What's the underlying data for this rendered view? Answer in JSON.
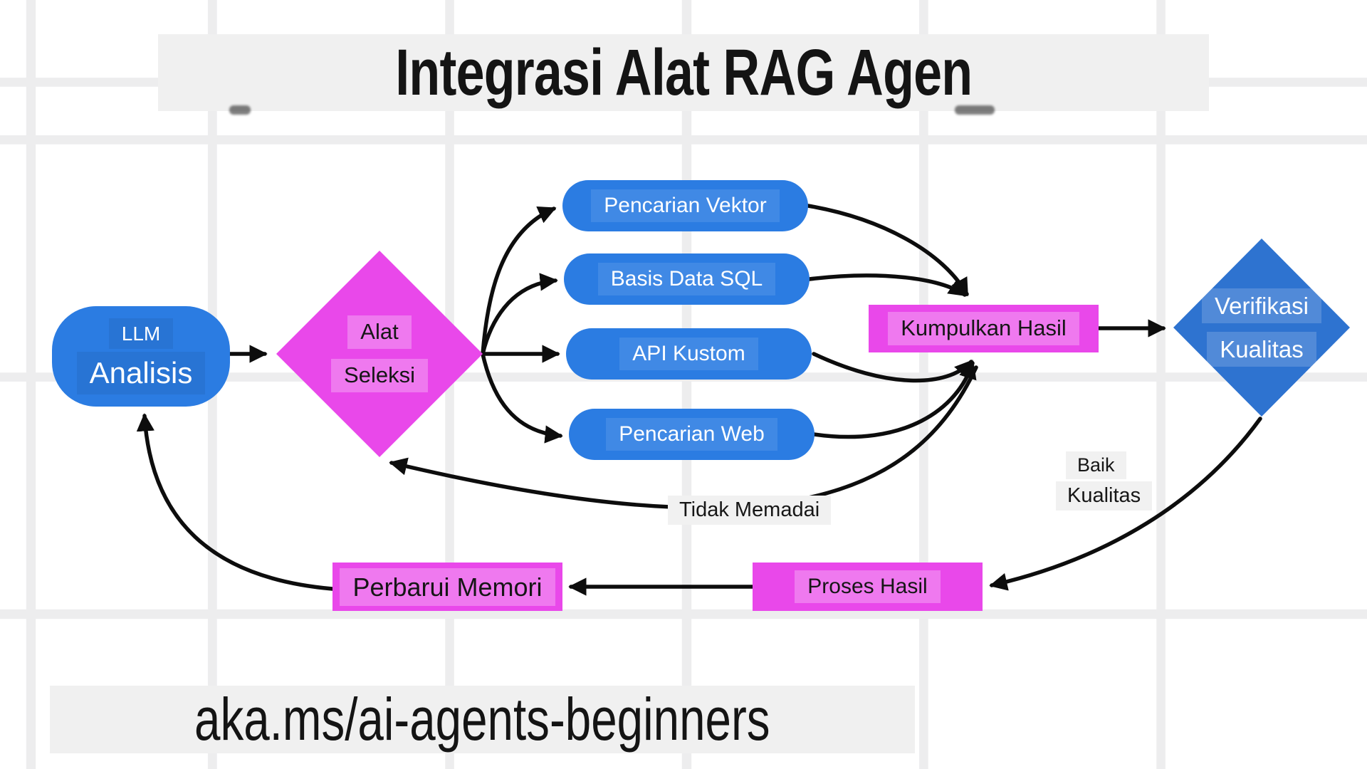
{
  "title": "Integrasi Alat RAG Agen",
  "footer": "aka.ms/ai-agents-beginners",
  "nodes": {
    "llm": {
      "line1": "LLM",
      "line2": "Analisis"
    },
    "tool_selection": {
      "line1": "Alat",
      "line2": "Seleksi"
    },
    "tools": [
      {
        "label": "Pencarian Vektor"
      },
      {
        "label": "Basis Data SQL"
      },
      {
        "label": "API Kustom"
      },
      {
        "label": "Pencarian Web"
      }
    ],
    "collect": {
      "label": "Kumpulkan Hasil"
    },
    "verify": {
      "line1": "Verifikasi",
      "line2": "Kualitas"
    },
    "process": {
      "label": "Proses Hasil"
    },
    "memory": {
      "label": "Perbarui Memori"
    }
  },
  "edge_labels": {
    "good_quality_line1": "Baik",
    "good_quality_line2": "Kualitas",
    "inadequate": "Tidak Memadai"
  },
  "colors": {
    "blue": "#2b7ce2",
    "blue_dark": "#2e73d0",
    "magenta": "#e948ea",
    "band_gray": "#f0f0f0",
    "grid_gray": "#ededee",
    "arrow_black": "#0d0d0d"
  }
}
